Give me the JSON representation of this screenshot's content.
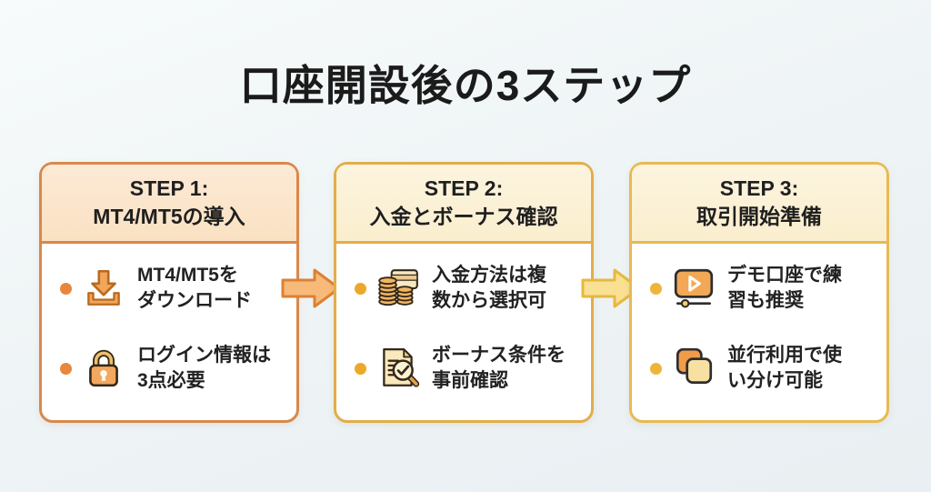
{
  "page": {
    "title": "口座開設後の3ステップ",
    "background_top": "#F7FBFB",
    "background_bottom": "#E9EFF2"
  },
  "steps": [
    {
      "header": {
        "line1": "STEP 1:",
        "line2": "MT4/MT5の導入"
      },
      "colors": {
        "border": "#D9884A",
        "header_bg": "#FBE5CB",
        "bullet": "#E8863B"
      },
      "style": "--card-border:#D9884A;--header-bg1:#FCEAD6;--header-bg2:#FAE1C2;--dot:#E8863B",
      "items": [
        {
          "icon": "download-icon",
          "line1": "MT4/MT5を",
          "line2": "ダウンロード"
        },
        {
          "icon": "lock-icon",
          "line1": "ログイン情報は",
          "line2": "3点必要"
        }
      ]
    },
    {
      "header": {
        "line1": "STEP 2:",
        "line2": "入金とボーナス確認"
      },
      "colors": {
        "border": "#E2AE49",
        "header_bg": "#FCF3DC",
        "bullet": "#ECA829"
      },
      "style": "--card-border:#E2AE49;--header-bg1:#FCF4DF;--header-bg2:#FAEECD;--dot:#ECA829",
      "items": [
        {
          "icon": "coins-card-icon",
          "line1": "入金方法は複",
          "line2": "数から選択可"
        },
        {
          "icon": "document-search-icon",
          "line1": "ボーナス条件を",
          "line2": "事前確認"
        }
      ]
    },
    {
      "header": {
        "line1": "STEP 3:",
        "line2": "取引開始準備"
      },
      "colors": {
        "border": "#E7BA52",
        "header_bg": "#FCF3DC",
        "bullet": "#EFB43A"
      },
      "style": "--card-border:#E7BA52;--header-bg1:#FCF4DF;--header-bg2:#FAEECD;--dot:#EFB43A",
      "items": [
        {
          "icon": "video-player-icon",
          "line1": "デモ口座で練",
          "line2": "習も推奨"
        },
        {
          "icon": "layers-icon",
          "line1": "並行利用で使",
          "line2": "い分け可能"
        }
      ]
    }
  ],
  "arrows": [
    {
      "direction": "right",
      "fill": "#F7BA79",
      "stroke": "#DC8135",
      "style": "--arrow-fill:#F7BA79;--arrow-stroke:#DC8135"
    },
    {
      "direction": "right",
      "fill": "#F9E093",
      "stroke": "#E5B93F",
      "style": "--arrow-fill:#F9E093;--arrow-stroke:#E5B93F"
    }
  ]
}
